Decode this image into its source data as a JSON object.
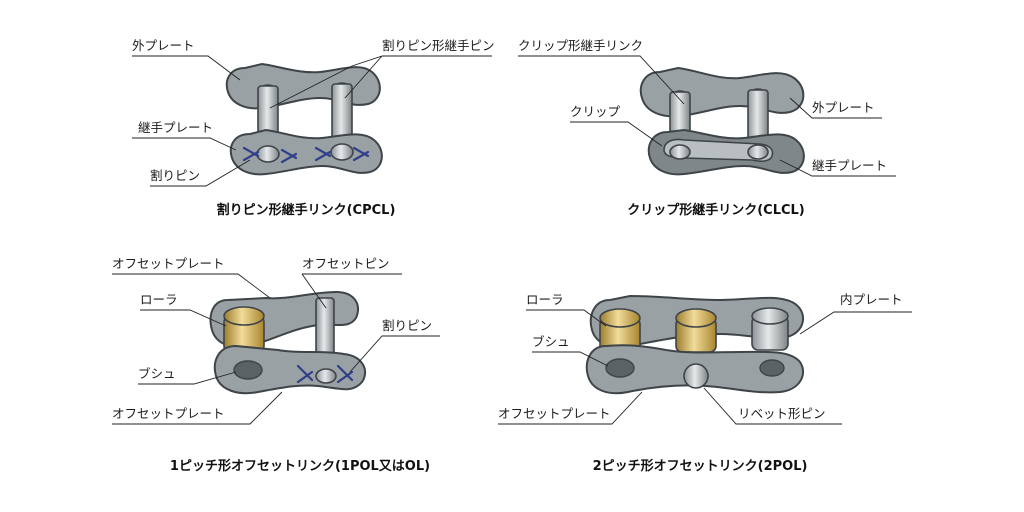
{
  "panels": {
    "cpcl": {
      "caption": "割りピン形継手リンク(CPCL)",
      "labels": {
        "outer_plate": "外プレート",
        "joint_pin": "割りピン形継手ピン",
        "joint_plate": "継手プレート",
        "cotter_pin": "割りピン"
      }
    },
    "clcl": {
      "caption": "クリップ形継手リンク(CLCL)",
      "labels": {
        "joint_pin": "クリップ形継手リンク",
        "clip": "クリップ",
        "outer_plate": "外プレート",
        "joint_plate": "継手プレート"
      }
    },
    "pol1": {
      "caption": "1ピッチ形オフセットリンク(1POL又はOL)",
      "labels": {
        "offset_plate_top": "オフセットプレート",
        "offset_pin": "オフセットピン",
        "roller": "ローラ",
        "cotter_pin": "割りピン",
        "bush": "ブシュ",
        "offset_plate_bottom": "オフセットプレート"
      }
    },
    "pol2": {
      "caption": "2ピッチ形オフセットリンク(2POL)",
      "labels": {
        "roller": "ローラ",
        "bush": "ブシュ",
        "inner_plate": "内プレート",
        "offset_plate": "オフセットプレート",
        "rivet_pin": "リベット形ピン"
      }
    }
  },
  "colors": {
    "plate": "#9aa1a4",
    "roller_brass": "#c9a94a",
    "cotter_pin": "#2f3f8a",
    "outline": "#3e4448"
  }
}
